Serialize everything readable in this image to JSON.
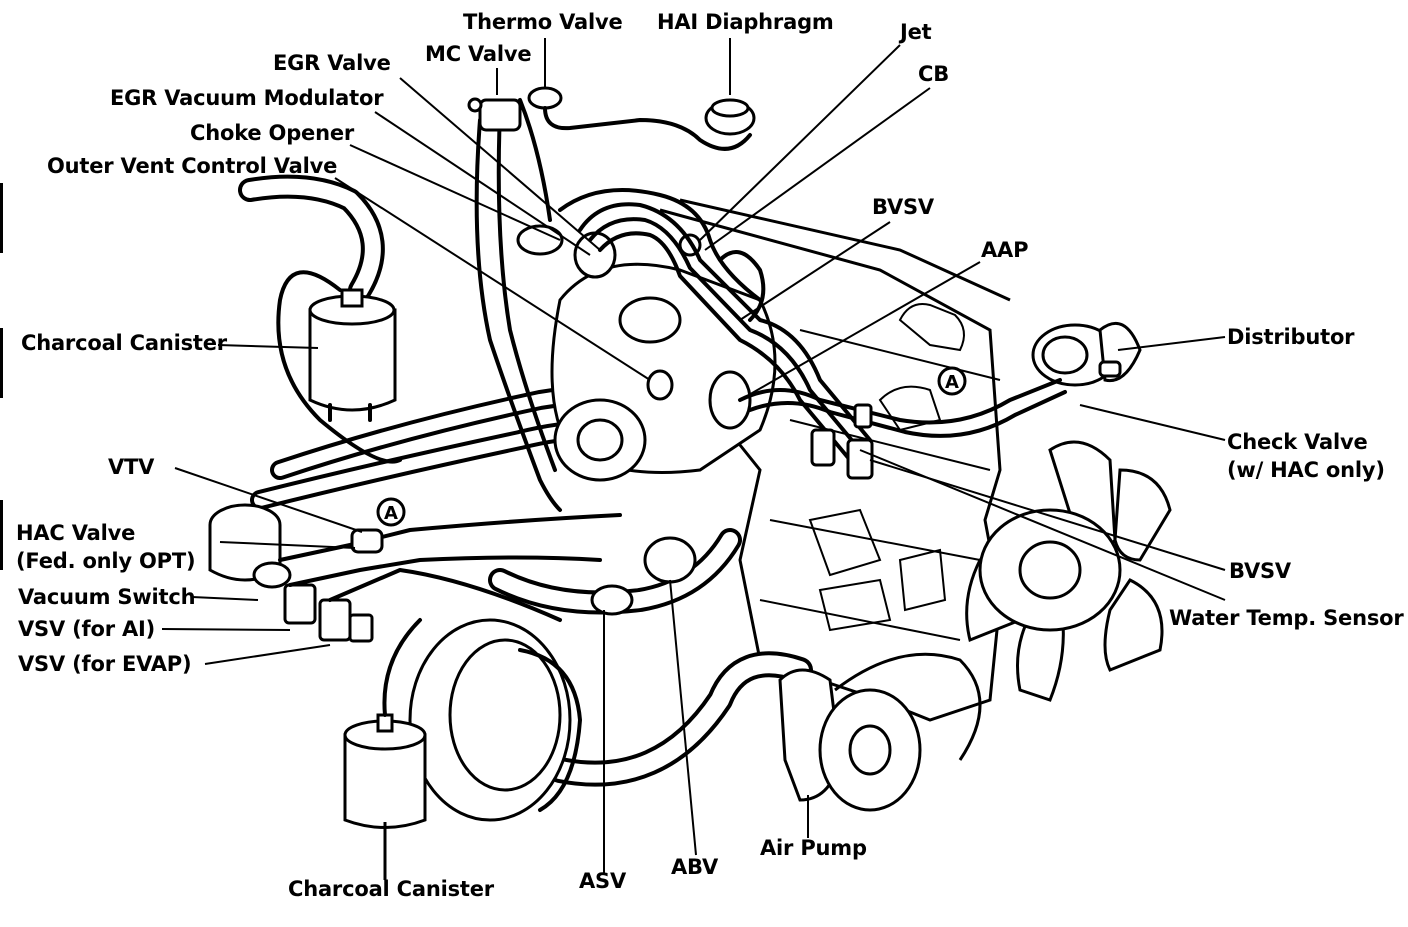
{
  "diagram": {
    "labels": {
      "thermo_valve": "Thermo Valve",
      "hai_diaphragm": "HAI Diaphragm",
      "jet": "Jet",
      "egr_valve": "EGR Valve",
      "mc_valve": "MC Valve",
      "cb": "CB",
      "egr_vacuum_modulator": "EGR Vacuum Modulator",
      "choke_opener": "Choke Opener",
      "outer_vent_control_valve": "Outer Vent Control Valve",
      "bvsv_top": "BVSV",
      "aap": "AAP",
      "charcoal_canister_top": "Charcoal Canister",
      "distributor": "Distributor",
      "check_valve": "Check Valve\n(w/ HAC only)",
      "vtv": "VTV",
      "hac_valve": "HAC Valve\n(Fed. only OPT)",
      "vacuum_switch": "Vacuum Switch",
      "vsv_ai": "VSV (for AI)",
      "vsv_evap": "VSV (for EVAP)",
      "bvsv_right": "BVSV",
      "water_temp_sensor": "Water Temp. Sensor",
      "air_pump": "Air Pump",
      "charcoal_canister_bottom": "Charcoal Canister",
      "asv": "ASV",
      "abv": "ABV"
    },
    "markers": {
      "a1": "A",
      "a2": "A"
    }
  }
}
